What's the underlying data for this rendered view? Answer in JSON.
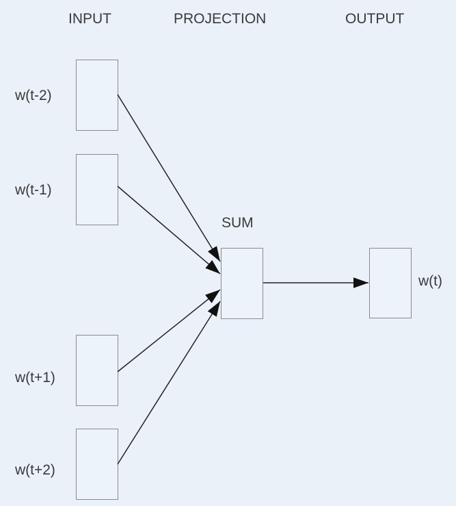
{
  "headers": {
    "input": "INPUT",
    "projection": "PROJECTION",
    "output": "OUTPUT"
  },
  "inputs": [
    "w(t-2)",
    "w(t-1)",
    "w(t+1)",
    "w(t+2)"
  ],
  "projection_label": "SUM",
  "output_label": "w(t)"
}
